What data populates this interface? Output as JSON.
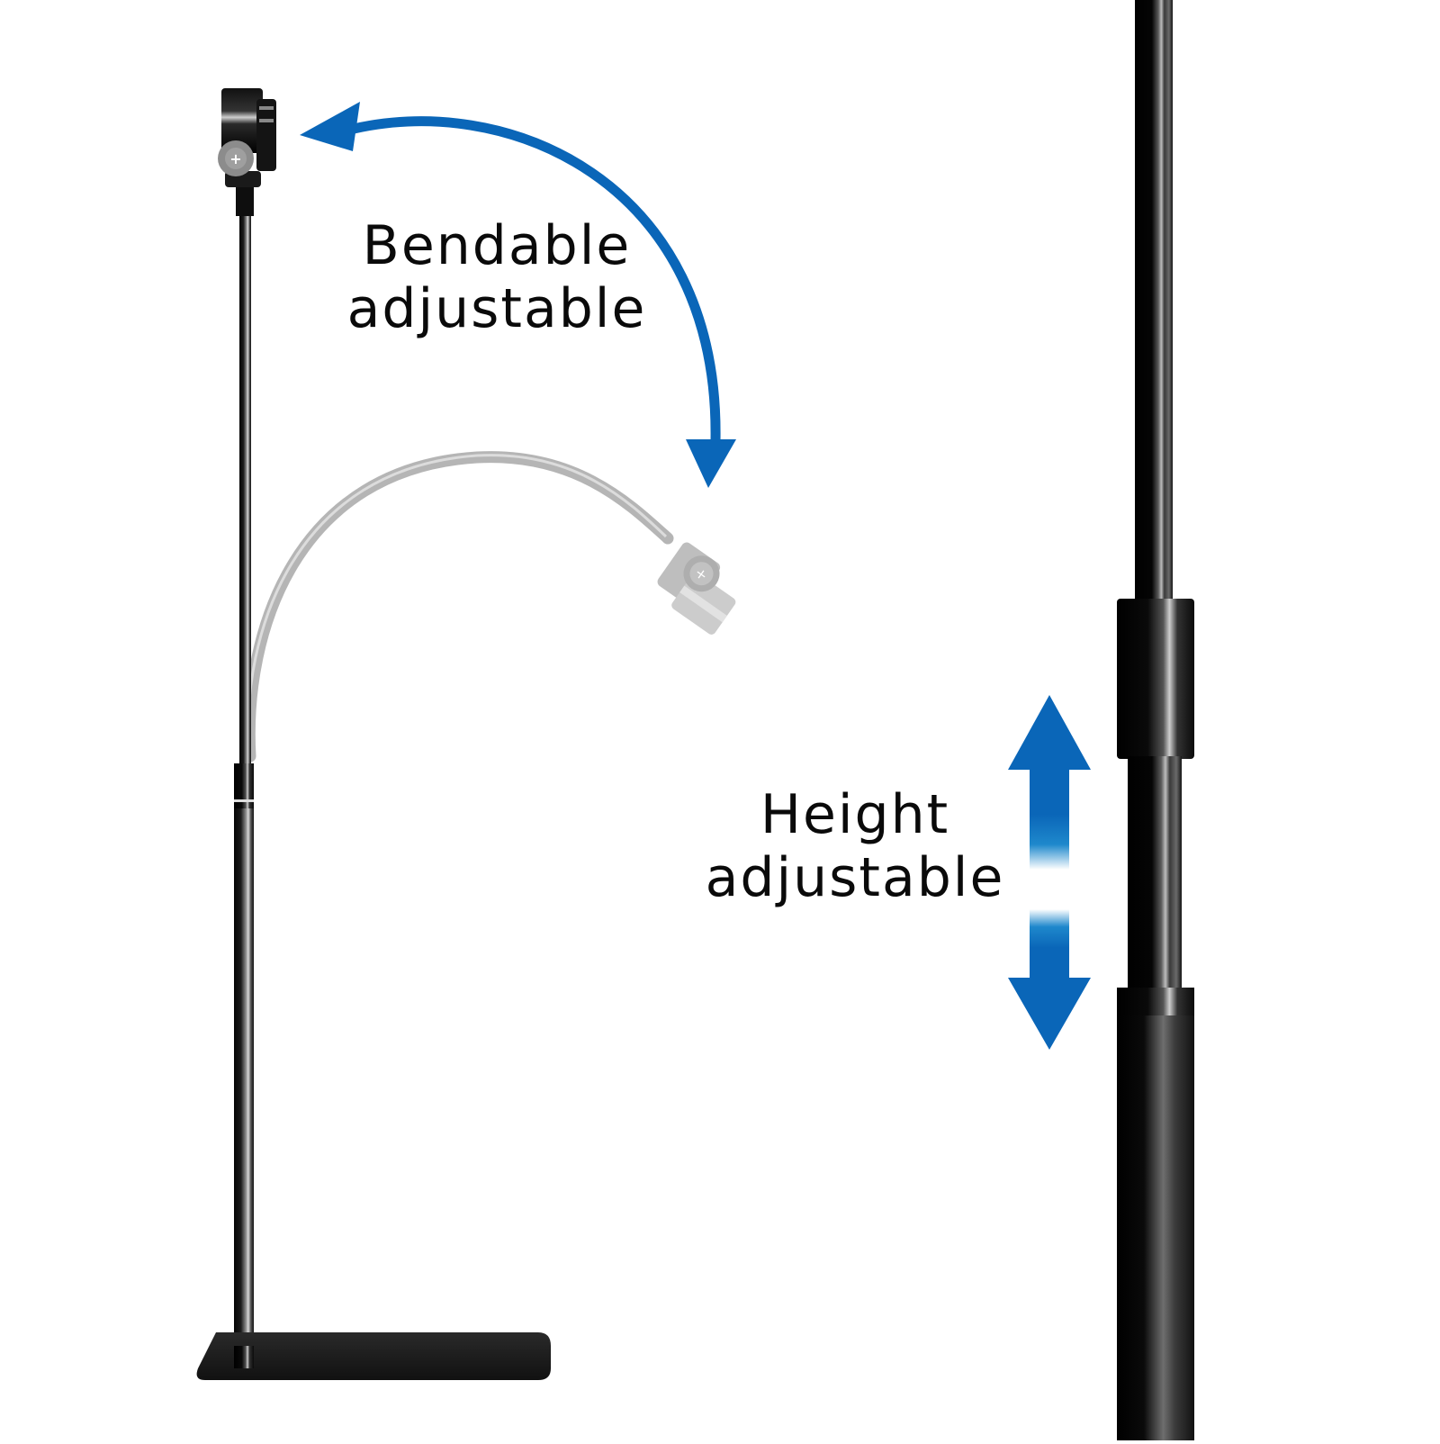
{
  "features": {
    "bendable": {
      "line1": "Bendable",
      "line2": "adjustable",
      "arrow_icon": "curved-double-arrow"
    },
    "height": {
      "line1": "Height",
      "line2": "adjustable",
      "arrow_icon": "vertical-double-arrow"
    }
  },
  "colors": {
    "accent_blue": "#0a66b8",
    "text": "#0a0a0a",
    "pole_black": "#0d0d0d",
    "ghost_gray": "#a8a8a8",
    "background": "#ffffff"
  }
}
